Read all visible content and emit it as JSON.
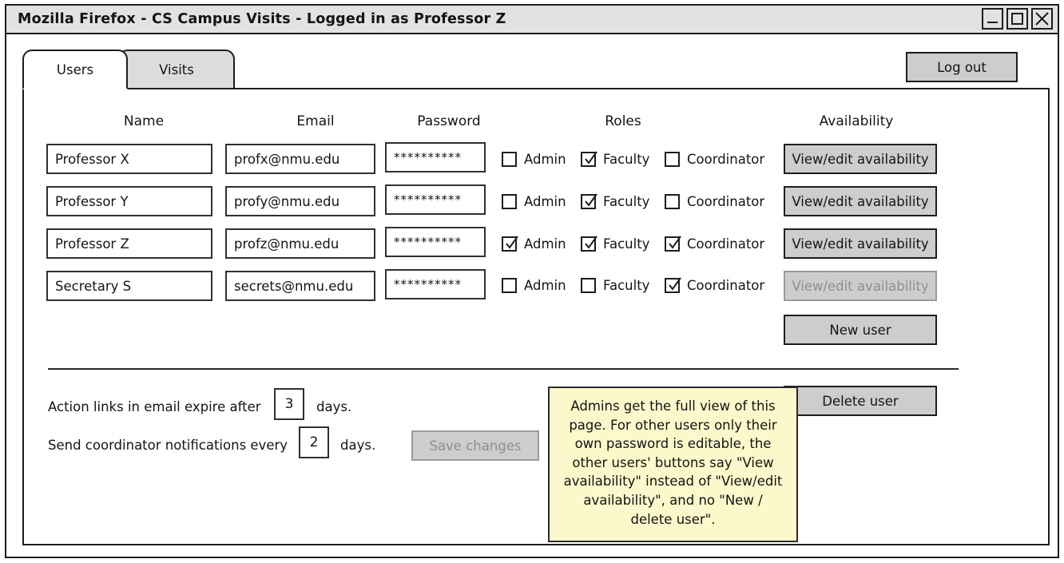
{
  "window": {
    "title": "Mozilla Firefox - CS Campus Visits - Logged in as Professor Z",
    "controls": {
      "minimize": "minimize-icon",
      "maximize": "maximize-icon",
      "close": "close-icon"
    }
  },
  "tabs": [
    {
      "label": "Users",
      "active": true
    },
    {
      "label": "Visits",
      "active": false
    }
  ],
  "header": {
    "logout_label": "Log out"
  },
  "table": {
    "columns": [
      "Name",
      "Email",
      "Password",
      "Roles",
      "Availability"
    ],
    "role_names": [
      "Admin",
      "Faculty",
      "Coordinator"
    ],
    "rows": [
      {
        "name": "Professor X",
        "email": "profx@nmu.edu",
        "password": "**********",
        "roles": {
          "admin": false,
          "faculty": true,
          "coordinator": false
        },
        "availability_label": "View/edit availability",
        "availability_disabled": false
      },
      {
        "name": "Professor Y",
        "email": "profy@nmu.edu",
        "password": "**********",
        "roles": {
          "admin": false,
          "faculty": true,
          "coordinator": false
        },
        "availability_label": "View/edit availability",
        "availability_disabled": false
      },
      {
        "name": "Professor Z",
        "email": "profz@nmu.edu",
        "password": "**********",
        "roles": {
          "admin": true,
          "faculty": true,
          "coordinator": true
        },
        "availability_label": "View/edit availability",
        "availability_disabled": false
      },
      {
        "name": "Secretary S",
        "email": "secrets@nmu.edu",
        "password": "**********",
        "roles": {
          "admin": false,
          "faculty": false,
          "coordinator": true
        },
        "availability_label": "View/edit availability",
        "availability_disabled": true
      }
    ],
    "new_user_label": "New user",
    "delete_user_label": "Delete user"
  },
  "settings": {
    "expire_prefix": "Action links in email expire after",
    "expire_value": "3",
    "expire_suffix": "days.",
    "notify_prefix": "Send coordinator notifications every",
    "notify_value": "2",
    "notify_suffix": "days.",
    "save_label": "Save changes",
    "save_disabled": true
  },
  "note": {
    "text": "Admins get the full view of this page. For other users only their own password is editable, the other users' buttons say \"View availability\" instead of \"View/edit availability\", and no \"New / delete user\"."
  },
  "colors": {
    "ink": "#1d1d1d",
    "button_fill": "#cdcdcd",
    "titlebar_fill": "#e2e2e2",
    "tab_inactive_fill": "#dcdcdc",
    "note_fill": "#fbf8cb",
    "disabled_text": "#8f8f8f"
  }
}
